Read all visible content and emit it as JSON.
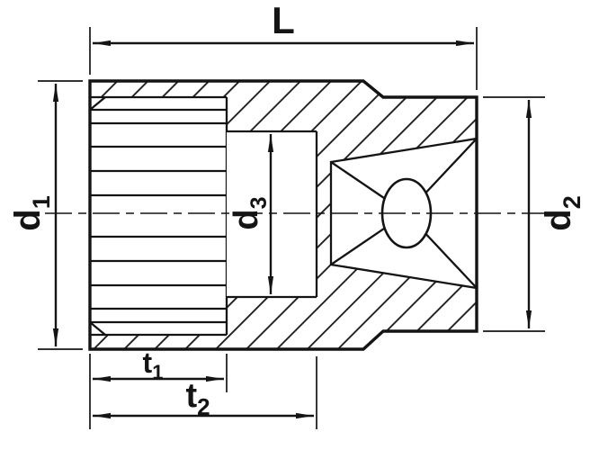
{
  "diagram": {
    "type": "technical-drawing",
    "subject": "socket wrench cross-section with dimension callouts",
    "colors": {
      "line": "#141414",
      "background": "#ffffff"
    },
    "dimensions": {
      "overall_length": {
        "label": "L",
        "sub": ""
      },
      "outer_diameter": {
        "label": "d",
        "sub": "1"
      },
      "drive_end_diameter": {
        "label": "d",
        "sub": "2"
      },
      "bore_diameter": {
        "label": "d",
        "sub": "3"
      },
      "recess_depth": {
        "label": "t",
        "sub": "1"
      },
      "total_depth": {
        "label": "t",
        "sub": "2"
      }
    }
  }
}
